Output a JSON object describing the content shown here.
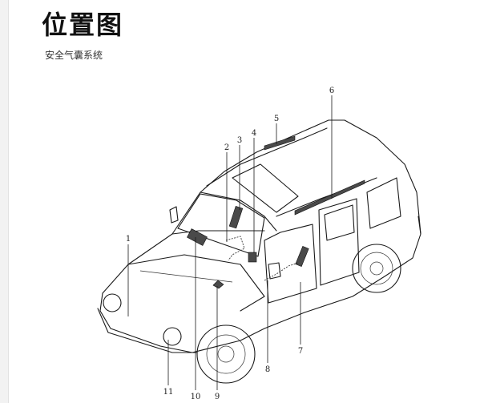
{
  "header": {
    "title": "位置图",
    "subtitle": "安全气囊系统"
  },
  "callouts": [
    {
      "id": "1",
      "label": "1"
    },
    {
      "id": "2",
      "label": "2"
    },
    {
      "id": "3",
      "label": "3"
    },
    {
      "id": "4",
      "label": "4"
    },
    {
      "id": "5",
      "label": "5"
    },
    {
      "id": "6",
      "label": "6"
    },
    {
      "id": "7",
      "label": "7"
    },
    {
      "id": "8",
      "label": "8"
    },
    {
      "id": "9",
      "label": "9"
    },
    {
      "id": "10",
      "label": "10"
    },
    {
      "id": "11",
      "label": "11"
    }
  ]
}
